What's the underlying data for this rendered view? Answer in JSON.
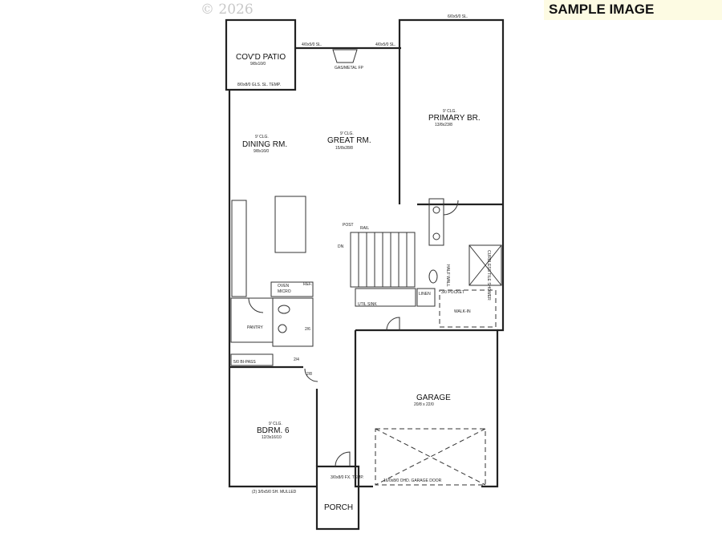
{
  "watermark": {
    "copyright": "© 2026",
    "banner": "SAMPLE IMAGE",
    "banner_bg": "#fdfbe3"
  },
  "rooms": {
    "patio": {
      "name": "COV'D PATIO",
      "size": "9/8x10/0"
    },
    "dining": {
      "clg": "9' CLG.",
      "name": "DINING RM.",
      "size": "9/8x16/0"
    },
    "great": {
      "clg": "9' CLG.",
      "name": "GREAT RM.",
      "size": "15/8x28/8"
    },
    "primary": {
      "clg": "9' CLG.",
      "name": "PRIMARY BR.",
      "size": "13/8x23/8"
    },
    "pantry": {
      "name": "PANTRY"
    },
    "bdrm6": {
      "clg": "9' CLG.",
      "name": "BDRM. 6",
      "size": "12/3x16/10"
    },
    "garage": {
      "name": "GARAGE",
      "size": "20/8 x 22/0"
    },
    "porch": {
      "name": "PORCH"
    },
    "walkin": {
      "name": "WALK-IN"
    }
  },
  "notes": {
    "primary_window": "6/0x5/0 SL.",
    "great_window_left": "4/0x5/0 SL.",
    "great_window_right": "4/0x5/0 SL.",
    "fireplace": "GAS/METAL FP",
    "patio_door": "8/0x8/0 GLS. SL. TEMP.",
    "post": "POST",
    "rail": "RAIL",
    "dn": "DN",
    "oven": "OVEN",
    "micro": "MICRO",
    "ref": "REF.",
    "util_sink": "UTIL SINK",
    "linen": "LINEN",
    "pocket": "3/0 POCKET",
    "bipass": "5/0 BI-PASS",
    "door_24": "2/4",
    "door_26": "2/6",
    "door_28": "2/8",
    "shower": "CURBLESS TILE SHOWER",
    "half_wall": "HALF WALL",
    "garage_door": "16/0x8/0 OHD. GARAGE DOOR",
    "entry_door": "3/0x8/0 FX. TEMP.",
    "bdrm_window": "(2) 3/0x5/0 SH. MULLED"
  }
}
